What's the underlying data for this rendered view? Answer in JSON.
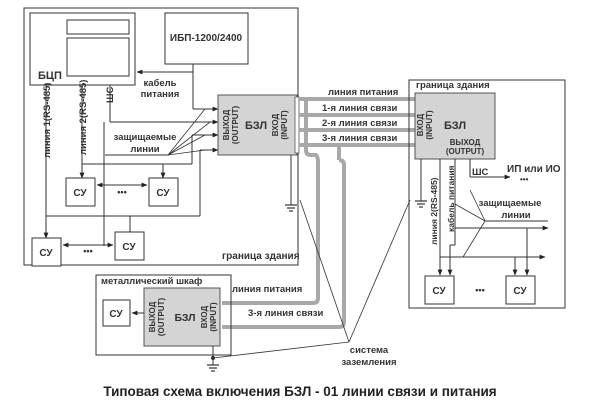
{
  "title": "Типовая схема включения БЗЛ - 01 линии связи и питания",
  "left_building": {
    "boundary_label": "граница здания",
    "bcp_label": "БЦП",
    "ups_label": "ИБП-1200/2400",
    "power_cable_label_1": "кабель",
    "power_cable_label_2": "питания",
    "line1_label": "линия 1(RS-485)",
    "line2_label": "линия 2(RS-485)",
    "shs_label": "ШС",
    "protected_lines_1": "защищаемые",
    "protected_lines_2": "линии",
    "bzl_label": "БЗЛ",
    "output_label": "ВЫХОД",
    "output_en": "(OUTPUT)",
    "input_label": "ВХОД",
    "input_en": "(INPUT)",
    "su_label": "СУ",
    "dots": "•••"
  },
  "trunk": {
    "power_line": "линия питания",
    "comm_line_1": "1-я линия связи",
    "comm_line_2": "2-я линия связи",
    "comm_line_3": "3-я линия связи"
  },
  "right_building": {
    "boundary_label": "граница здания",
    "bzl_label": "БЗЛ",
    "input_label": "ВХОД",
    "input_en": "(INPUT)",
    "output_label": "ВЫХОД",
    "output_en": "(OUTPUT)",
    "shs_label": "ШС",
    "ip_io_label": "ИП или ИО",
    "dots": "•••",
    "line2_label": "линия 2(RS-485)",
    "power_cable_label": "кабель питания",
    "protected_lines_1": "защищаемые",
    "protected_lines_2": "линии",
    "su_label": "СУ"
  },
  "cabinet": {
    "label": "металлический шкаф",
    "su_label": "СУ",
    "bzl_label": "БЗЛ",
    "output_label": "ВЫХОД",
    "output_en": "(OUTPUT)",
    "input_label": "ВХОД",
    "input_en": "(INPUT)",
    "power_line": "линия питания",
    "comm_line_3": "3-я линия связи"
  },
  "grounding": {
    "label_1": "система",
    "label_2": "заземления"
  }
}
